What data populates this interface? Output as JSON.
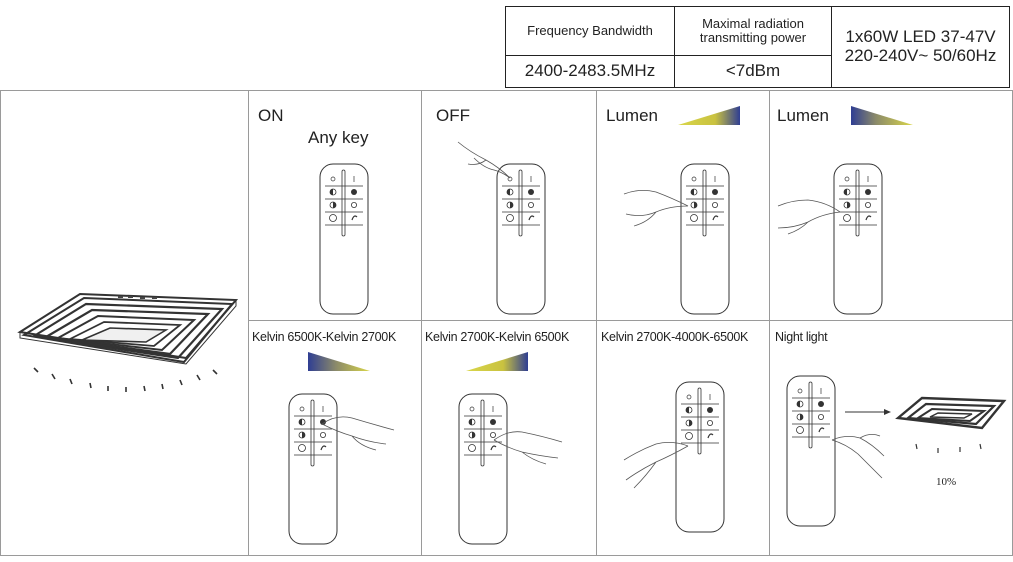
{
  "spec": {
    "freq_label": "Frequency Bandwidth",
    "freq_value": "2400-2483.5MHz",
    "power_label": "Maximal radiation transmitting power",
    "power_value": "<7dBm",
    "lamp_line1": "1x60W LED 37-47V",
    "lamp_line2": "220-240V~ 50/60Hz"
  },
  "cells": {
    "on_title": "ON",
    "on_sub": "Any key",
    "off_title": "OFF",
    "lumen_up_title": "Lumen",
    "lumen_down_title": "Lumen",
    "kelvin_warm": "Kelvin 6500K-Kelvin 2700K",
    "kelvin_cool": "Kelvin 2700K-Kelvin 6500K",
    "kelvin_cycle": "Kelvin 2700K-4000K-6500K",
    "night_light": "Night light",
    "night_percent": "10%"
  },
  "colors": {
    "ramp_blue": "#2f3e93",
    "ramp_yellow": "#d9d64a"
  },
  "icons": [
    "remote-control-icon",
    "pointing-hand-icon",
    "ceiling-lamp-icon",
    "brightness-ramp-icon",
    "arrow-right-icon"
  ]
}
